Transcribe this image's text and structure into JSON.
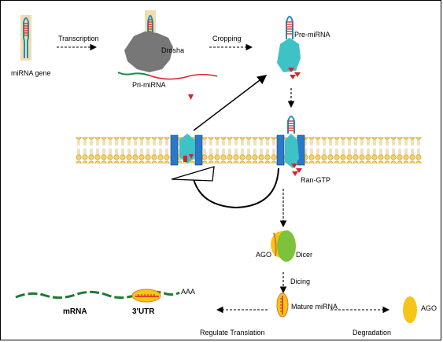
{
  "labels": {
    "mirna_gene": "miRNA gene",
    "transcription": "Transcription",
    "drosha": "Drosha",
    "pri_mirna": "Pri-miRNA",
    "cropping": "Cropping",
    "pre_mirna": "Pre-miRNA",
    "ran_gtp": "Ran-GTP",
    "ago": "AGO",
    "dicer": "Dicer",
    "dicing": "Dicing",
    "mature_mirna": "Mature miRNA",
    "mrna": "mRNA",
    "utr": "3'UTR",
    "aaa": "AAA",
    "regulate_translation": "Regulate Translation",
    "degradation": "Degradation",
    "ago_free": "AGO"
  },
  "colors": {
    "membrane_yellow": "#f4d26a",
    "membrane_dark": "#c99a2a",
    "pore_blue": "#2c78c8",
    "exportin_cyan": "#3fc2c6",
    "drosha_gray": "#777777",
    "stem_red": "#d8222a",
    "gene_tan": "#f1dcae",
    "mrna_green": "#1e7a30",
    "dicer_green": "#7cc23a",
    "ago_yellow": "#f5c518"
  }
}
